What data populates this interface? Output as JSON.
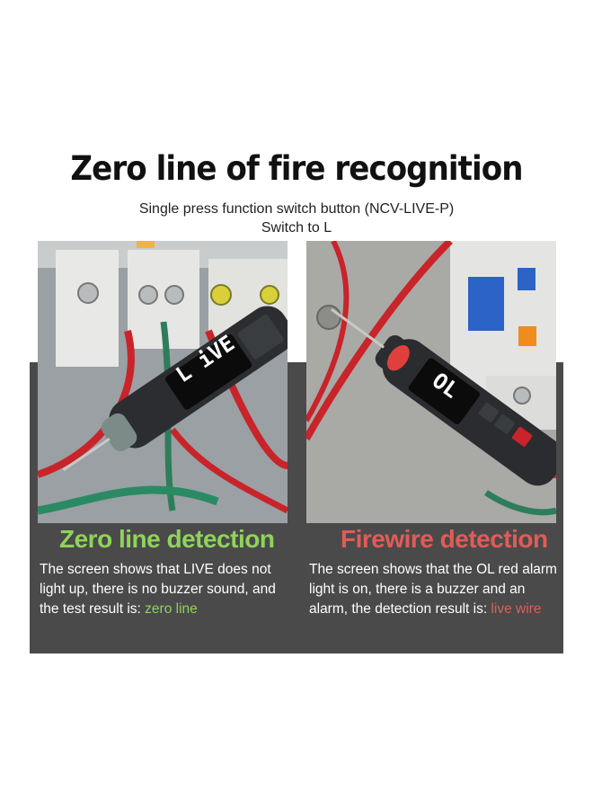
{
  "header": {
    "title": "Zero line of fire recognition",
    "subtitle_line1": "Single press function switch button (NCV-LIVE-P)",
    "subtitle_line2": "Switch to L"
  },
  "left": {
    "screen_text": "L iVE",
    "heading": "Zero line detection",
    "desc_prefix": "The screen shows that LIVE does not light up, there is no buzzer sound, and the test result is: ",
    "desc_highlight": "zero line"
  },
  "right": {
    "screen_text": "OL",
    "heading": "Firewire detection",
    "desc_prefix": "The screen shows that the OL red alarm light is on, there is a buzzer and an alarm, the detection result is: ",
    "desc_highlight": "live wire"
  },
  "colors": {
    "green_accent": "#8fd35a",
    "red_accent": "#e25b57",
    "panel_bg": "#4a4a4a"
  }
}
